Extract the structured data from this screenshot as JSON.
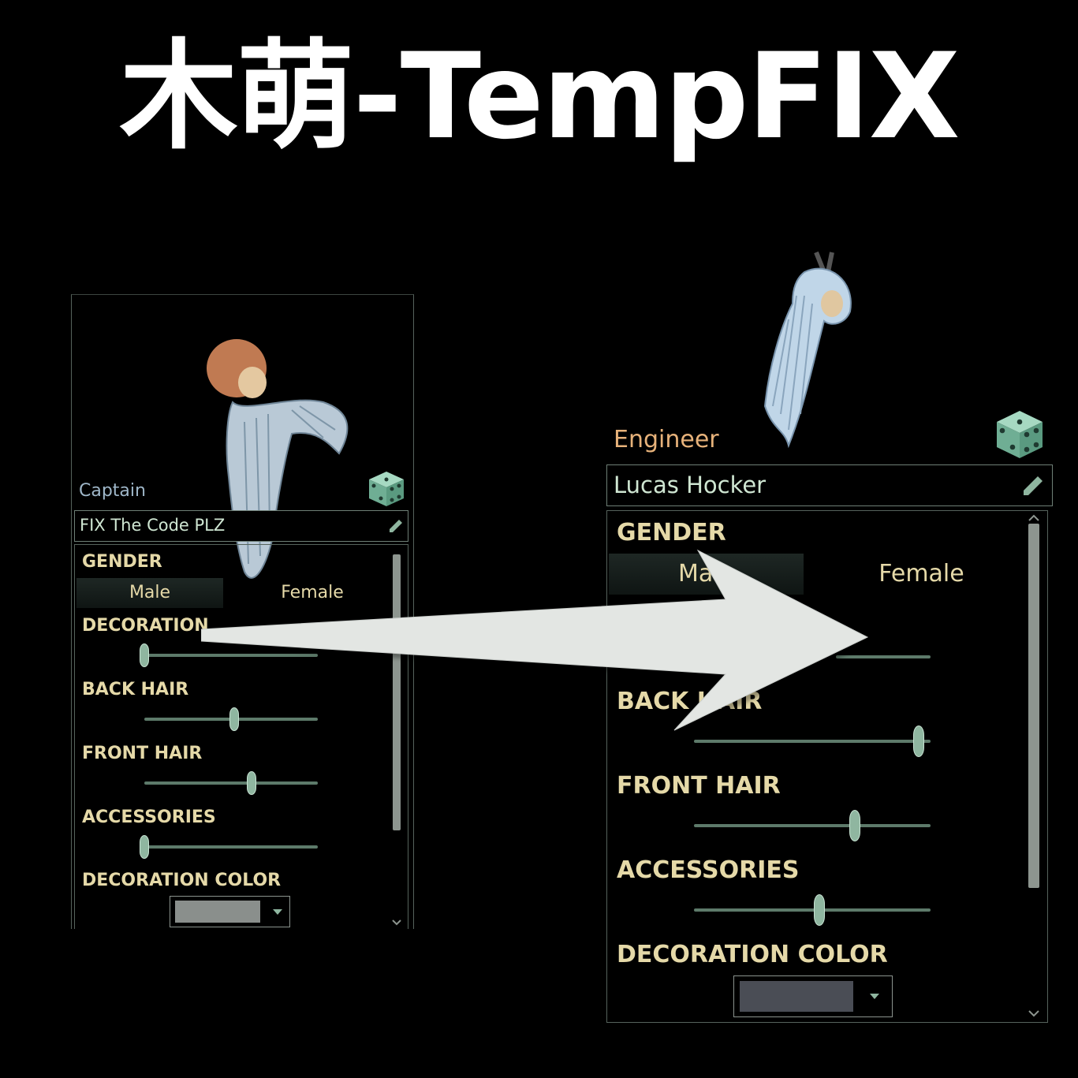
{
  "title": "木萌-TempFIX",
  "before": {
    "role": "Captain",
    "character_name": "FIX The Code PLZ",
    "labels": {
      "gender": "GENDER",
      "decoration": "DECORATION",
      "back_hair": "BACK HAIR",
      "front_hair": "FRONT HAIR",
      "accessories": "ACCESSORIES",
      "decoration_color": "DECORATION COLOR"
    },
    "gender_options": [
      "Male",
      "Female"
    ],
    "gender_selected": "Male",
    "sliders": {
      "decoration": 0.0,
      "back_hair": 0.52,
      "front_hair": 0.62,
      "accessories": 0.0
    },
    "decoration_color": "#8a8f8c"
  },
  "after": {
    "role": "Engineer",
    "character_name": "Lucas Hocker",
    "labels": {
      "gender": "GENDER",
      "back_hair": "BACK HAIR",
      "front_hair": "FRONT HAIR",
      "accessories": "ACCESSORIES",
      "decoration_color": "DECORATION COLOR"
    },
    "gender_options": [
      "Male",
      "Female"
    ],
    "gender_selected": "Male",
    "sliders": {
      "back_hair": 0.95,
      "front_hair": 0.68,
      "accessories": 0.53
    },
    "decoration_color": "#4a4d55"
  },
  "colors": {
    "accent": "#8fb6a0",
    "role_before": "#9fb7c9",
    "role_after": "#e7b27a",
    "label": "#e5d9a8"
  },
  "icons": [
    "dice-icon",
    "pencil-icon",
    "dropdown-caret-icon",
    "arrow-icon",
    "scroll-up-icon",
    "scroll-down-icon"
  ]
}
